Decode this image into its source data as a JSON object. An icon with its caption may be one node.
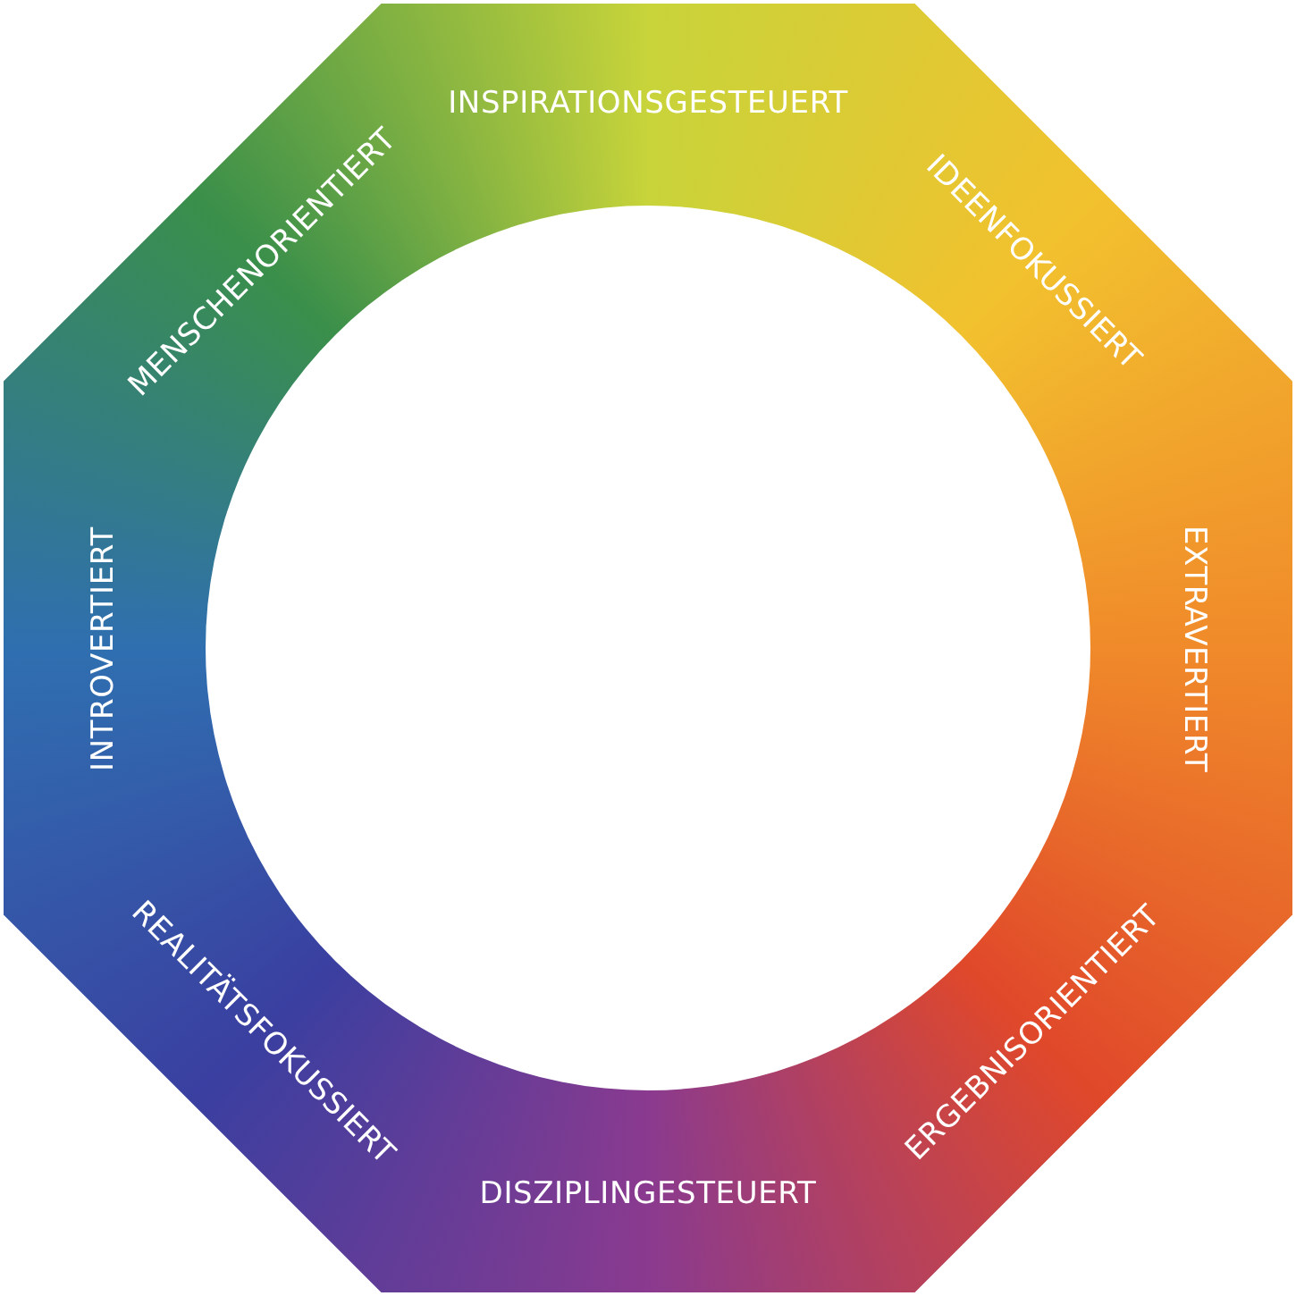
{
  "diagram": {
    "labels": [
      "INSPIRATIONSGESTEUERT",
      "IDEENFOKUSSIERT",
      "MENSCHENORIENTIERT",
      "EXTRAVERTIERT",
      "INTROVERTIERT",
      "ERGEBNISORIENTIERT",
      "REALITÄTSFOKUSSIERT",
      "DISZIPLINGESTEUERT"
    ]
  }
}
